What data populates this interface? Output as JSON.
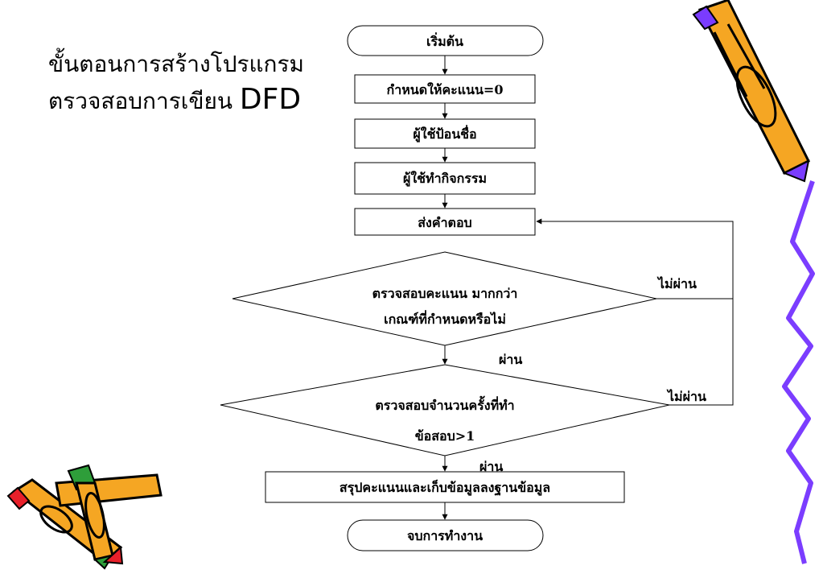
{
  "title": {
    "line1": "ขั้นตอนการสร้างโปรแกรม",
    "line2_prefix": "ตรวจสอบการเขียน",
    "line2_suffix": "DFD"
  },
  "flow": {
    "start": "เริ่มต้น",
    "set_score": "กำหนดให้คะแนน=0",
    "enter_name": "ผู้ใช้ป้อนชื่อ",
    "do_activity": "ผู้ใช้ทำกิจกรรม",
    "send_answer": "ส่งคำตอบ",
    "decision1_line1": "ตรวจสอบคะแนน มากกว่า",
    "decision1_line2": "เกณฑ์ที่กำหนดหรือไม่",
    "decision1_fail": "ไม่ผ่าน",
    "decision1_pass": "ผ่าน",
    "decision2_line1": "ตรวจสอบจำนวนครั้งที่ทำ",
    "decision2_line2": "ข้อสอบ>1",
    "decision2_fail": "ไม่ผ่าน",
    "decision2_pass": "ผ่าน",
    "summary": "สรุปคะแนนและเก็บข้อมูลลงฐานข้อมูล",
    "end": "จบการทำงาน"
  },
  "colors": {
    "pencil_body": "#f5a623",
    "pencil_outline": "#000000",
    "pencil_purple": "#7a3cff",
    "pencil_red": "#e8202a",
    "pencil_green": "#2e9e3a",
    "squiggle": "#7b3dff"
  }
}
